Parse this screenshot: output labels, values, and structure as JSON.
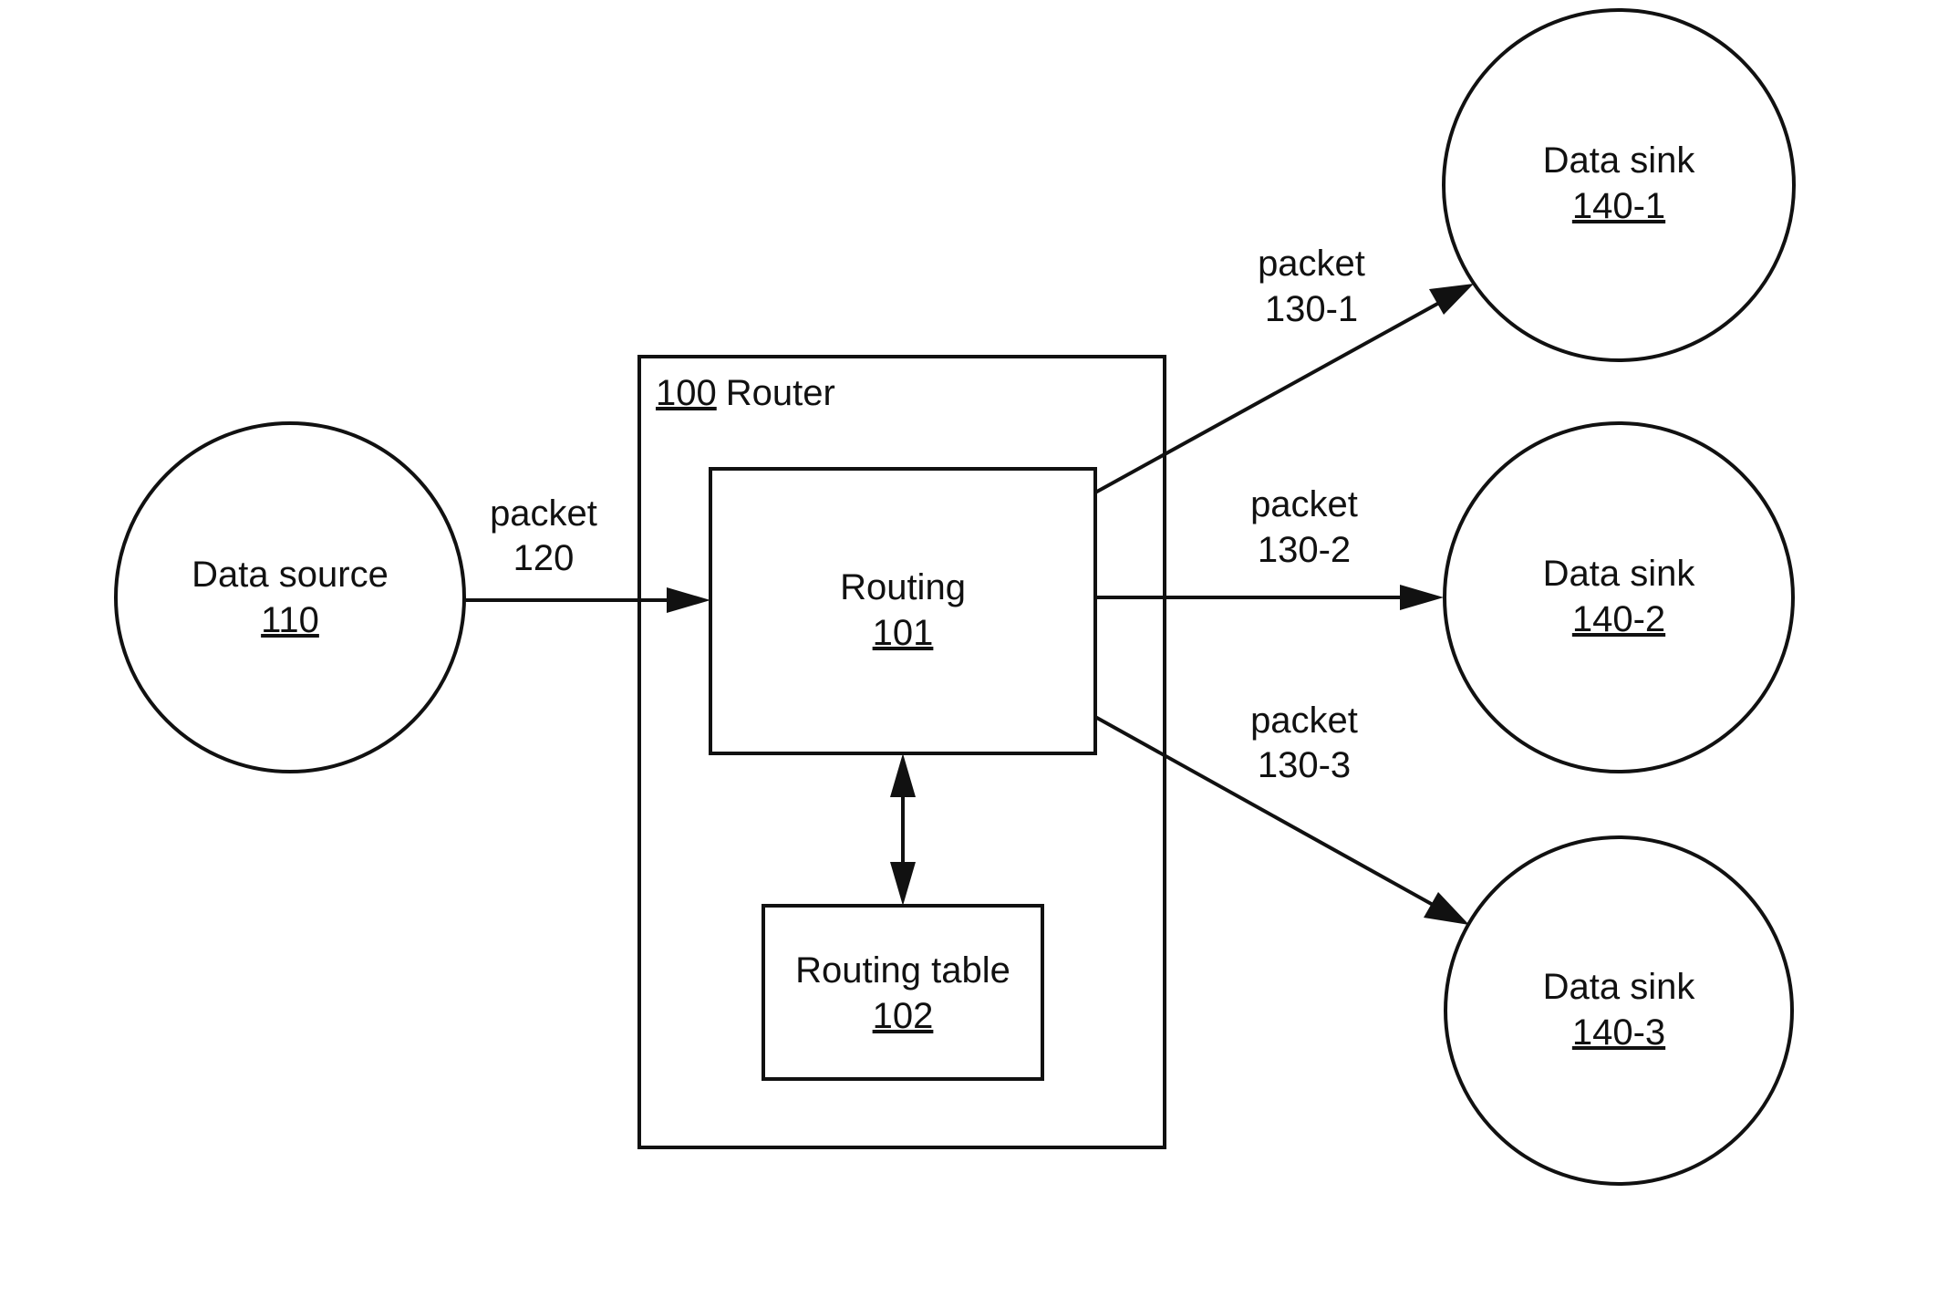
{
  "router": {
    "ref": "100",
    "label": "Router"
  },
  "routing": {
    "label": "Routing",
    "ref": "101"
  },
  "routing_table": {
    "label": "Routing table",
    "ref": "102"
  },
  "data_source": {
    "label": "Data source",
    "ref": "110"
  },
  "packet_in": {
    "label": "packet",
    "ref": "120"
  },
  "packets_out": [
    {
      "label": "packet",
      "ref": "130-1"
    },
    {
      "label": "packet",
      "ref": "130-2"
    },
    {
      "label": "packet",
      "ref": "130-3"
    }
  ],
  "sinks": [
    {
      "label": "Data sink",
      "ref": "140-1"
    },
    {
      "label": "Data sink",
      "ref": "140-2"
    },
    {
      "label": "Data sink",
      "ref": "140-3"
    }
  ]
}
